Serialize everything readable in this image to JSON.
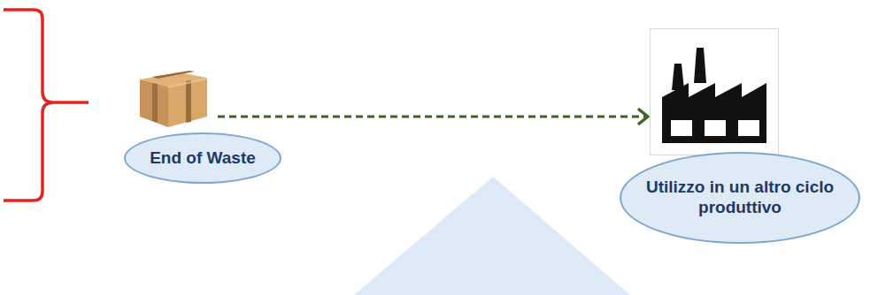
{
  "diagram": {
    "nodes": [
      {
        "text": [
          "End of Waste"
        ]
      },
      {
        "text": [
          "Utilizzo in un altro ciclo produttivo"
        ]
      }
    ],
    "edges": [
      {
        "from": 0,
        "to": 1,
        "arrow": "to"
      }
    ]
  }
}
